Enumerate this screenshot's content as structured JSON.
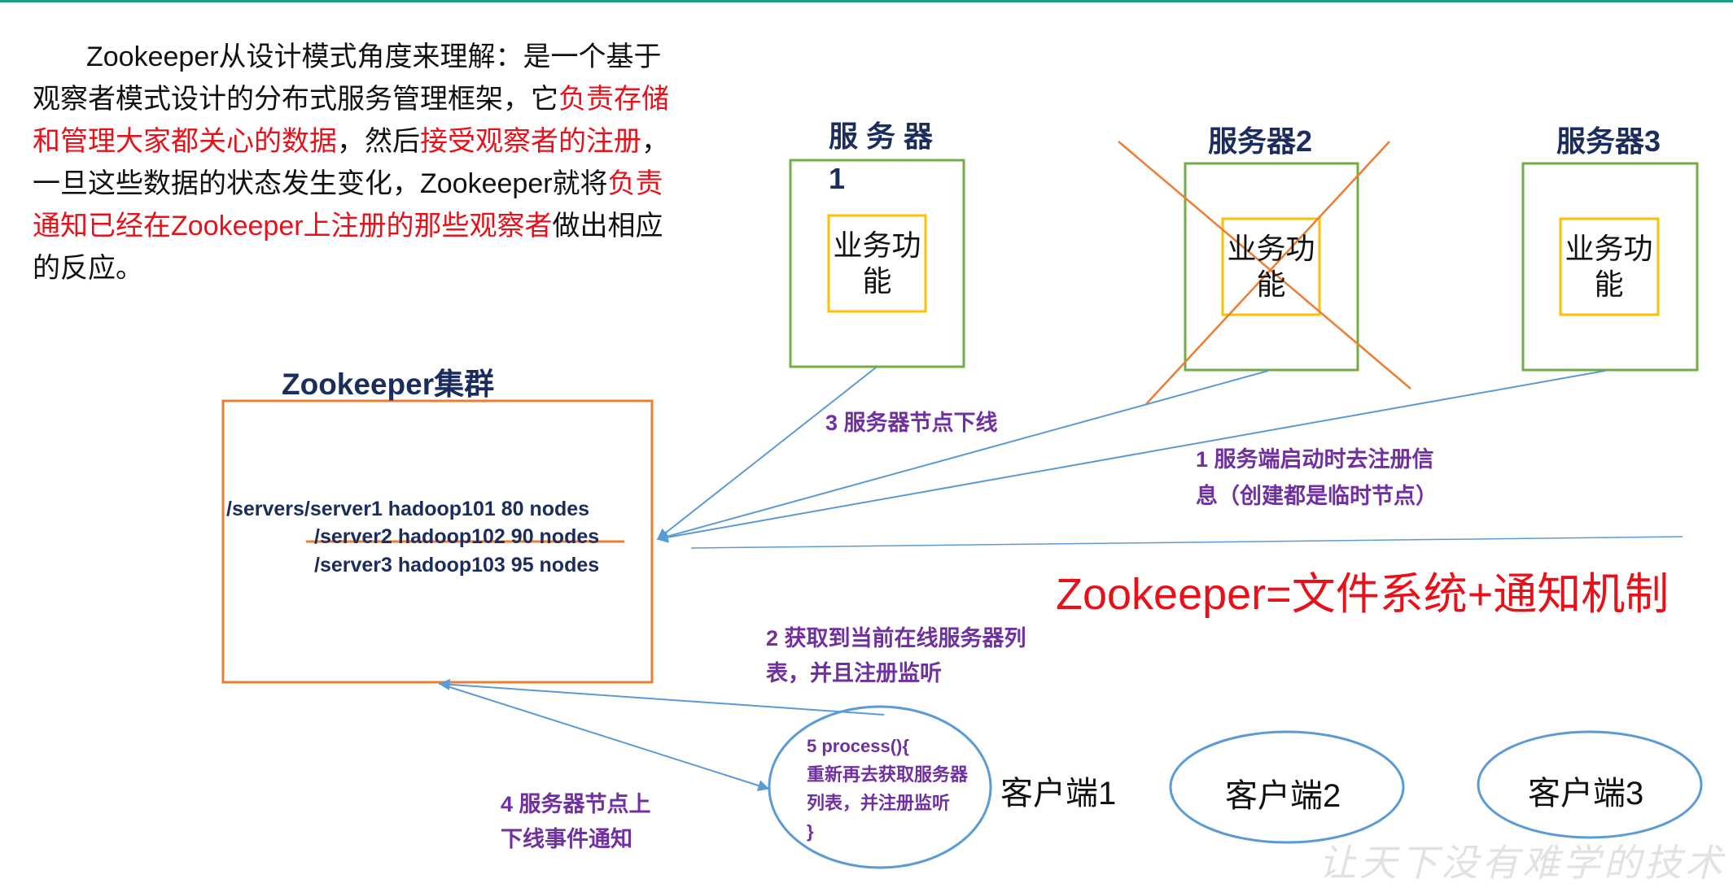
{
  "intro": {
    "segments": [
      {
        "text": "Zookeeper从设计模式角度来理解：是一个基于观察者模式设计的分布式服务管理框架，它",
        "red": false
      },
      {
        "text": "负责存储和管理大家都关心的数据",
        "red": true
      },
      {
        "text": "，然后",
        "red": false
      },
      {
        "text": "接受观察者的注册",
        "red": true
      },
      {
        "text": "，一旦这些数据的状态发生变化，Zookeeper就将",
        "red": false
      },
      {
        "text": "负责通知已经在Zookeeper上注册的那些观察者",
        "red": true
      },
      {
        "text": "做出相应的反应。",
        "red": false
      }
    ]
  },
  "servers": [
    {
      "title": "服 务 器 1",
      "content": "业务功能",
      "offline": true
    },
    {
      "title": "服务器2",
      "content": "业务功能",
      "crossed": true
    },
    {
      "title": "服务器3",
      "content": "业务功能"
    }
  ],
  "cluster": {
    "title": "Zookeeper集群",
    "nodes": [
      "/servers/server1  hadoop101  80 nodes",
      "/server2 hadoop102  90 nodes",
      "/server3 hadoop103  95 nodes"
    ]
  },
  "steps": {
    "step1_line1": "1  服务端启动时去注册信",
    "step1_line2": "息（创建都是临时节点）",
    "step2_line1": "2  获取到当前在线服务器列",
    "step2_line2": "表，并且注册监听",
    "step3": "3 服务器节点下线",
    "step4_line1": "4  服务器节点上",
    "step4_line2": "下线事件通知",
    "step5_lines": [
      "5 process(){",
      "重新再去获取服务器",
      "列表，并注册监听",
      "}"
    ]
  },
  "formula": "Zookeeper=文件系统+通知机制",
  "clients": [
    "客户端1",
    "客户端2",
    "客户端3"
  ],
  "watermark": "让天下没有难学的技术",
  "colors": {
    "server_box": "#70ad47",
    "inner_box": "#ffc000",
    "cluster_box": "#ed7d31",
    "arrow": "#5b9bd5",
    "label": "#7030a0",
    "title": "#1b2d5e",
    "highlight": "#e8111a"
  }
}
